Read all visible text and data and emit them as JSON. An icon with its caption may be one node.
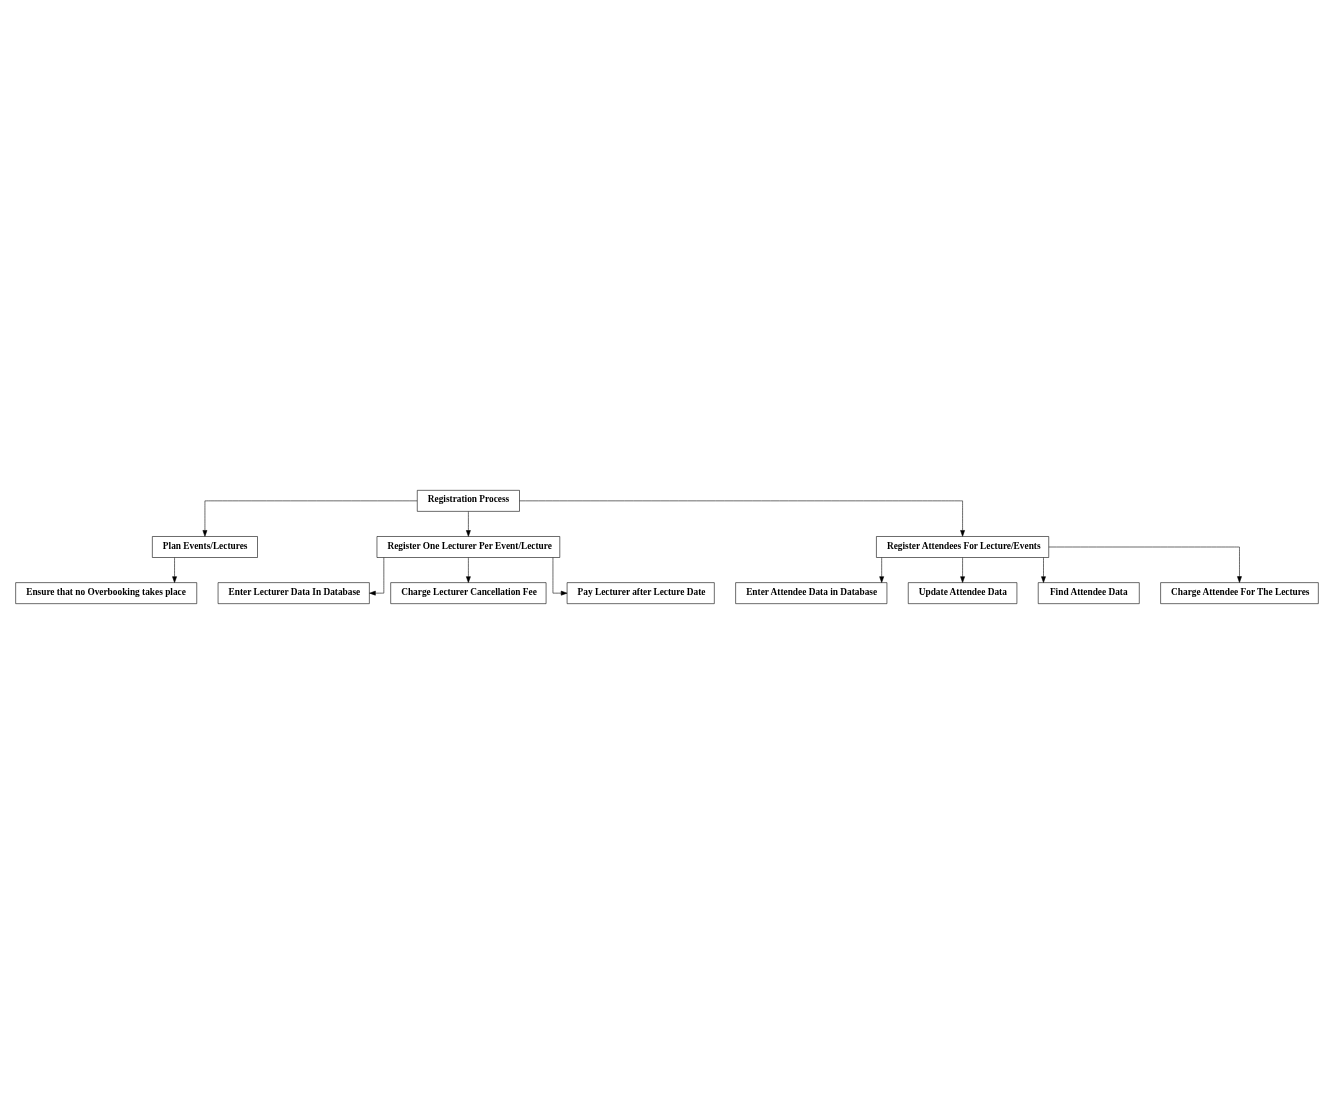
{
  "diagram": {
    "nodes": [
      {
        "text": [
          "Registration Process"
        ]
      },
      {
        "text": [
          "Plan Events/Lectures"
        ]
      },
      {
        "text": [
          "Register One Lecturer Per Event/Lecture"
        ]
      },
      {
        "text": [
          "Register Attendees For Lecture/Events"
        ]
      },
      {
        "text": [
          "Ensure that no Overbooking takes place"
        ]
      },
      {
        "text": [
          "Enter Lecturer Data In Database"
        ]
      },
      {
        "text": [
          "Charge Lecturer Cancellation Fee"
        ]
      },
      {
        "text": [
          "Pay Lecturer after Lecture Date"
        ]
      },
      {
        "text": [
          "Enter Attendee Data in Database"
        ]
      },
      {
        "text": [
          "Update Attendee Data"
        ]
      },
      {
        "text": [
          "Find Attendee Data"
        ]
      },
      {
        "text": [
          "Charge Attendee For The Lectures"
        ]
      }
    ],
    "edges": [
      {
        "from": 0,
        "to": 1,
        "arrow": "to"
      },
      {
        "from": 0,
        "to": 2,
        "arrow": "to"
      },
      {
        "from": 0,
        "to": 3,
        "arrow": "to"
      },
      {
        "from": 1,
        "to": 4,
        "arrow": "to"
      },
      {
        "from": 2,
        "to": 5,
        "arrow": "to"
      },
      {
        "from": 2,
        "to": 6,
        "arrow": "to"
      },
      {
        "from": 2,
        "to": 7,
        "arrow": "to"
      },
      {
        "from": 3,
        "to": 8,
        "arrow": "to"
      },
      {
        "from": 3,
        "to": 9,
        "arrow": "to"
      },
      {
        "from": 3,
        "to": 10,
        "arrow": "to"
      },
      {
        "from": 3,
        "to": 11,
        "arrow": "to"
      }
    ]
  }
}
